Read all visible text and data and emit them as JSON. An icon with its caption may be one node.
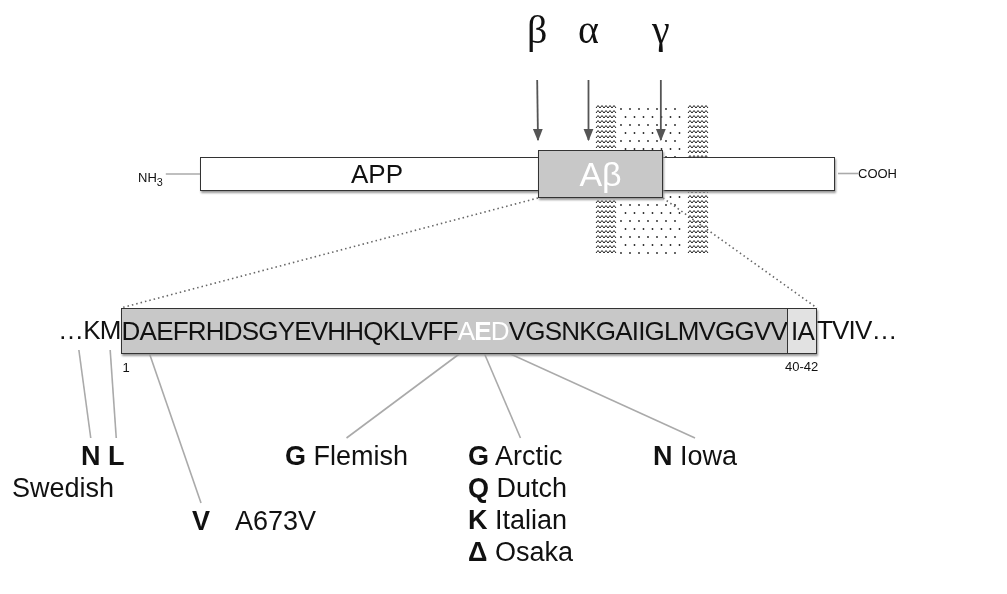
{
  "diagram": {
    "nodes": [
      {
        "text": [
          "β"
        ]
      },
      {
        "text": [
          "α"
        ]
      },
      {
        "text": [
          "γ"
        ]
      },
      {
        "text": [
          "NH$_{3}$"
        ]
      },
      {
        "text": [
          "APP"
        ]
      },
      {
        "text": [
          "Aβ"
        ]
      },
      {
        "text": [
          "COOH"
        ]
      },
      {
        "text": [
          "…K"
        ]
      },
      {
        "text": [
          "M"
        ]
      },
      {
        "text": [],
        "shape": "box"
      },
      {
        "text": [
          "D"
        ],
        "in": 9
      },
      {
        "text": [
          "A"
        ],
        "in": 9
      },
      {
        "text": [
          "EFRHDSGYEVHHQKLVFF"
        ],
        "in": 9
      },
      {
        "text": [
          "A"
        ],
        "in": 9
      },
      {
        "text": [
          "E"
        ],
        "in": 9
      },
      {
        "text": [
          "D"
        ],
        "in": 9
      },
      {
        "text": [
          "VGSNKGAIIGLMVGGVV"
        ],
        "in": 9
      },
      {
        "text": [
          "IA"
        ],
        "in": 9
      },
      {
        "text": [
          "TVIV…"
        ]
      },
      {
        "text": [
          "N"
        ]
      },
      {
        "text": [
          "L"
        ]
      },
      {
        "text": [
          "V"
        ]
      },
      {
        "text": [
          "**G** Flemish"
        ]
      },
      {
        "text": [
          "**G** Arctic",
          "**Q** Dutch",
          "**K** Italian",
          "**Δ** Osaka"
        ]
      },
      {
        "text": [
          "**N** Iowa"
        ]
      }
    ],
    "edges": [
      {
        "from": 0,
        "to": 5,
        "arrow": "to"
      },
      {
        "from": 1,
        "to": 5,
        "arrow": "to"
      },
      {
        "from": 2,
        "to": 5,
        "arrow": "to"
      },
      {
        "from": 3,
        "to": 4,
        "arrow": "none"
      },
      {
        "from": 4,
        "to": 6,
        "arrow": "none"
      },
      {
        "from": 5,
        "to": 9,
        "arrow": "none",
        "style": "dashed"
      },
      {
        "from": 5,
        "to": 9,
        "arrow": "none",
        "style": "dashed"
      },
      {
        "from": 19,
        "to": 7,
        "arrow": "none"
      },
      {
        "from": 20,
        "to": 8,
        "arrow": "none"
      },
      {
        "from": 21,
        "to": 11,
        "arrow": "none"
      },
      {
        "from": 22,
        "to": 13,
        "arrow": "none"
      },
      {
        "from": 23,
        "to": 14,
        "arrow": "none"
      },
      {
        "from": 24,
        "to": 15,
        "arrow": "none"
      }
    ],
    "labels": [
      "1",
      "40-42",
      "Swedish",
      "A673V"
    ]
  }
}
